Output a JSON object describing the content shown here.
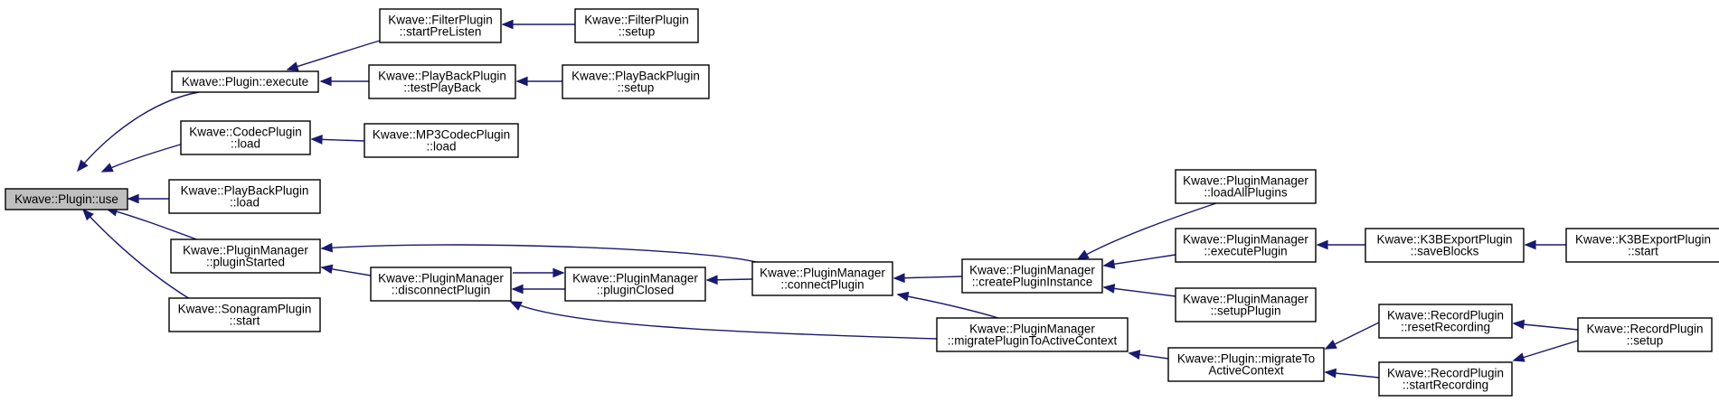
{
  "graph": {
    "root": "plugin_use",
    "nodes": [
      {
        "id": "plugin_use",
        "lines": [
          "Kwave::Plugin::use"
        ],
        "root": true
      },
      {
        "id": "plugin_execute",
        "lines": [
          "Kwave::Plugin::execute"
        ]
      },
      {
        "id": "codec_load",
        "lines": [
          "Kwave::CodecPlugin",
          "::load"
        ]
      },
      {
        "id": "playback_load",
        "lines": [
          "Kwave::PlayBackPlugin",
          "::load"
        ]
      },
      {
        "id": "pm_pluginStarted",
        "lines": [
          "Kwave::PluginManager",
          "::pluginStarted"
        ]
      },
      {
        "id": "sonagram_start",
        "lines": [
          "Kwave::SonagramPlugin",
          "::start"
        ]
      },
      {
        "id": "filter_startPreListen",
        "lines": [
          "Kwave::FilterPlugin",
          "::startPreListen"
        ]
      },
      {
        "id": "filter_setup",
        "lines": [
          "Kwave::FilterPlugin",
          "::setup"
        ]
      },
      {
        "id": "playback_testPlayBack",
        "lines": [
          "Kwave::PlayBackPlugin",
          "::testPlayBack"
        ]
      },
      {
        "id": "playback_setup",
        "lines": [
          "Kwave::PlayBackPlugin",
          "::setup"
        ]
      },
      {
        "id": "mp3_load",
        "lines": [
          "Kwave::MP3CodecPlugin",
          "::load"
        ]
      },
      {
        "id": "pm_disconnectPlugin",
        "lines": [
          "Kwave::PluginManager",
          "::disconnectPlugin"
        ]
      },
      {
        "id": "pm_pluginClosed",
        "lines": [
          "Kwave::PluginManager",
          "::pluginClosed"
        ]
      },
      {
        "id": "pm_connectPlugin",
        "lines": [
          "Kwave::PluginManager",
          "::connectPlugin"
        ]
      },
      {
        "id": "pm_createPluginInstance",
        "lines": [
          "Kwave::PluginManager",
          "::createPluginInstance"
        ]
      },
      {
        "id": "pm_migratePluginToActiveContext",
        "lines": [
          "Kwave::PluginManager",
          "::migratePluginToActiveContext"
        ]
      },
      {
        "id": "pm_loadAllPlugins",
        "lines": [
          "Kwave::PluginManager",
          "::loadAllPlugins"
        ]
      },
      {
        "id": "pm_executePlugin",
        "lines": [
          "Kwave::PluginManager",
          "::executePlugin"
        ]
      },
      {
        "id": "pm_setupPlugin",
        "lines": [
          "Kwave::PluginManager",
          "::setupPlugin"
        ]
      },
      {
        "id": "k3b_saveBlocks",
        "lines": [
          "Kwave::K3BExportPlugin",
          "::saveBlocks"
        ]
      },
      {
        "id": "k3b_start",
        "lines": [
          "Kwave::K3BExportPlugin",
          "::start"
        ]
      },
      {
        "id": "plugin_migrateToActiveContext",
        "lines": [
          "Kwave::Plugin::migrateTo",
          "ActiveContext"
        ]
      },
      {
        "id": "record_resetRecording",
        "lines": [
          "Kwave::RecordPlugin",
          "::resetRecording"
        ]
      },
      {
        "id": "record_startRecording",
        "lines": [
          "Kwave::RecordPlugin",
          "::startRecording"
        ]
      },
      {
        "id": "record_setup",
        "lines": [
          "Kwave::RecordPlugin",
          "::setup"
        ]
      }
    ],
    "edges": [
      {
        "from": "plugin_execute",
        "to": "plugin_use"
      },
      {
        "from": "codec_load",
        "to": "plugin_use"
      },
      {
        "from": "playback_load",
        "to": "plugin_use"
      },
      {
        "from": "pm_pluginStarted",
        "to": "plugin_use"
      },
      {
        "from": "sonagram_start",
        "to": "plugin_use"
      },
      {
        "from": "filter_startPreListen",
        "to": "plugin_execute"
      },
      {
        "from": "playback_testPlayBack",
        "to": "plugin_execute"
      },
      {
        "from": "filter_setup",
        "to": "filter_startPreListen"
      },
      {
        "from": "playback_setup",
        "to": "playback_testPlayBack"
      },
      {
        "from": "mp3_load",
        "to": "codec_load"
      },
      {
        "from": "pm_connectPlugin",
        "to": "pm_pluginStarted"
      },
      {
        "from": "pm_disconnectPlugin",
        "to": "pm_pluginStarted"
      },
      {
        "from": "pm_pluginClosed",
        "to": "pm_disconnectPlugin"
      },
      {
        "from": "pm_migratePluginToActiveContext",
        "to": "pm_disconnectPlugin"
      },
      {
        "from": "pm_disconnectPlugin",
        "to": "pm_pluginClosed"
      },
      {
        "from": "pm_connectPlugin",
        "to": "pm_pluginClosed"
      },
      {
        "from": "pm_createPluginInstance",
        "to": "pm_connectPlugin"
      },
      {
        "from": "pm_migratePluginToActiveContext",
        "to": "pm_connectPlugin"
      },
      {
        "from": "pm_loadAllPlugins",
        "to": "pm_createPluginInstance"
      },
      {
        "from": "pm_executePlugin",
        "to": "pm_createPluginInstance"
      },
      {
        "from": "pm_setupPlugin",
        "to": "pm_createPluginInstance"
      },
      {
        "from": "k3b_saveBlocks",
        "to": "pm_executePlugin"
      },
      {
        "from": "k3b_start",
        "to": "k3b_saveBlocks"
      },
      {
        "from": "plugin_migrateToActiveContext",
        "to": "pm_migratePluginToActiveContext"
      },
      {
        "from": "record_resetRecording",
        "to": "plugin_migrateToActiveContext"
      },
      {
        "from": "record_startRecording",
        "to": "plugin_migrateToActiveContext"
      },
      {
        "from": "record_setup",
        "to": "record_resetRecording"
      },
      {
        "from": "record_setup",
        "to": "record_startRecording"
      }
    ]
  },
  "colors": {
    "edge": "#191970",
    "root_fill": "#bfbfbf",
    "node_fill": "#ffffff",
    "node_border": "#000000"
  }
}
